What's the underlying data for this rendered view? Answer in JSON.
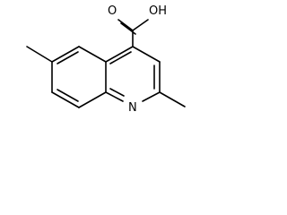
{
  "molecule": {
    "atom_labels": {
      "hydroxyl": "OH",
      "carbonyl_oxygen": "O",
      "ring_nitrogen": "N"
    },
    "colors": {
      "bond": "#000000",
      "label": "#000000",
      "background": "#ffffff"
    }
  }
}
